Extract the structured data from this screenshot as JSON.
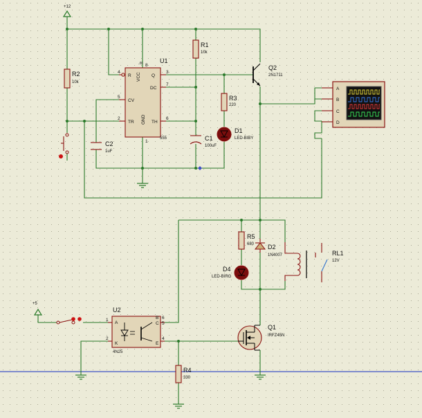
{
  "power": {
    "vcc12": "+12",
    "vcc5": "+5"
  },
  "u1": {
    "ref": "U1",
    "part": "555",
    "pins": {
      "r": "R",
      "vcc": "VCC",
      "q": "Q",
      "dc": "DC",
      "cv": "CV",
      "tr": "TR",
      "gnd": "GND",
      "th": "TH",
      "n4": "4",
      "n8": "8",
      "n3": "3",
      "n7": "7",
      "n5": "5",
      "n2": "2",
      "n1": "1",
      "n6": "6"
    }
  },
  "r1": {
    "ref": "R1",
    "value": "10k"
  },
  "r2": {
    "ref": "R2",
    "value": "10k"
  },
  "r3": {
    "ref": "R3",
    "value": "220"
  },
  "r4": {
    "ref": "R4",
    "value": "330"
  },
  "r5": {
    "ref": "R5",
    "value": "680"
  },
  "c1": {
    "ref": "C1",
    "value": "100uF"
  },
  "c2": {
    "ref": "C2",
    "value": "1uF"
  },
  "d1": {
    "ref": "D1",
    "value": "LED-BIBY"
  },
  "d2": {
    "ref": "D2",
    "value": "1N4007"
  },
  "d4": {
    "ref": "D4",
    "value": "LED-BIRG"
  },
  "q1": {
    "ref": "Q1",
    "value": "IRFZ45N"
  },
  "q2": {
    "ref": "Q2",
    "value": "2N1711"
  },
  "rl1": {
    "ref": "RL1",
    "value": "12V"
  },
  "u2": {
    "ref": "U2",
    "part": "4N25",
    "pins": {
      "a": "A",
      "k": "K",
      "b": "B",
      "c": "C",
      "e": "E",
      "n1": "1",
      "n2": "2",
      "n6": "6",
      "n5": "5",
      "n4": "4"
    }
  },
  "scope": {
    "channels": [
      "A",
      "B",
      "C",
      "D"
    ],
    "trace_colors": [
      "#e6d83a",
      "#3a7ae6",
      "#e63a3a",
      "#3ae65a"
    ]
  }
}
